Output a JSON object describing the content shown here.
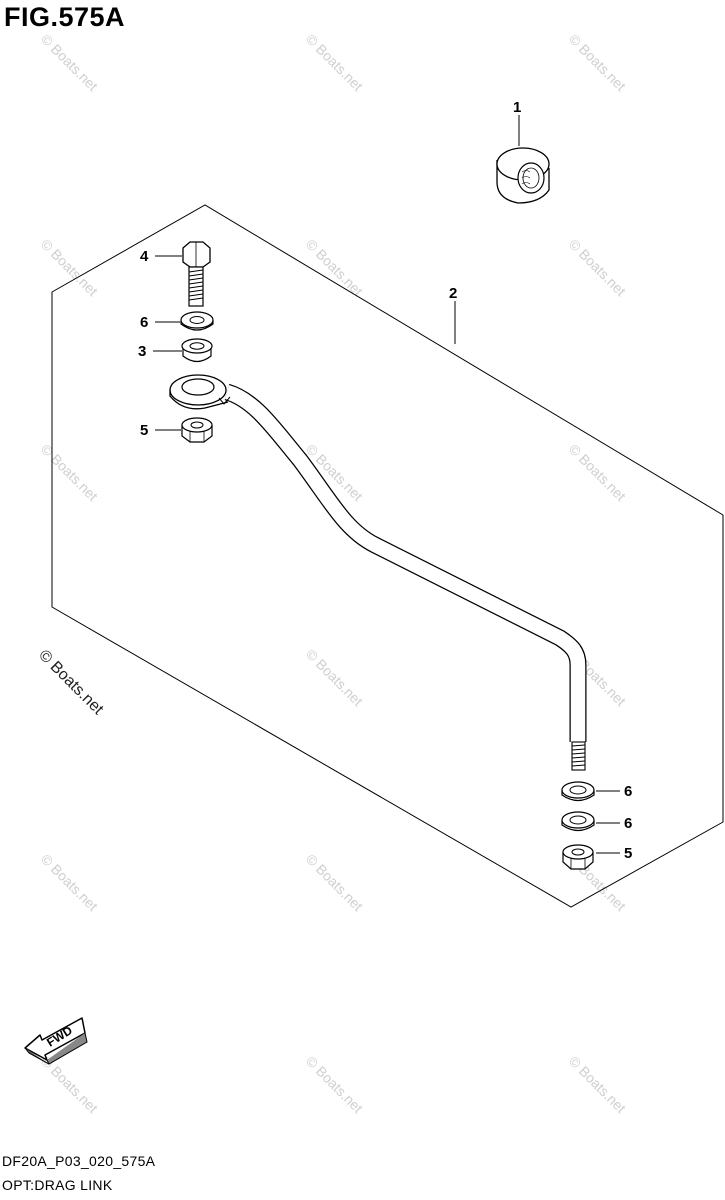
{
  "figure": {
    "title": "FIG.575A",
    "code": "DF20A_P03_020_575A",
    "subtitle": "OPT:DRAG LINK"
  },
  "watermark": {
    "text": "© Boats.net",
    "primary_text": "© Boats.net"
  },
  "fwd_label": "FWD",
  "parts": [
    {
      "ref": "1",
      "name": "nut"
    },
    {
      "ref": "2",
      "name": "drag link kit"
    },
    {
      "ref": "4",
      "name": "bolt"
    },
    {
      "ref": "6",
      "name": "washer"
    },
    {
      "ref": "3",
      "name": "bushing"
    },
    {
      "ref": "5",
      "name": "nut"
    },
    {
      "ref": "6",
      "name": "washer"
    },
    {
      "ref": "6",
      "name": "washer"
    },
    {
      "ref": "5",
      "name": "nut"
    }
  ],
  "colors": {
    "line": "#000000",
    "watermark": "#cfcfcf",
    "background": "#ffffff"
  }
}
